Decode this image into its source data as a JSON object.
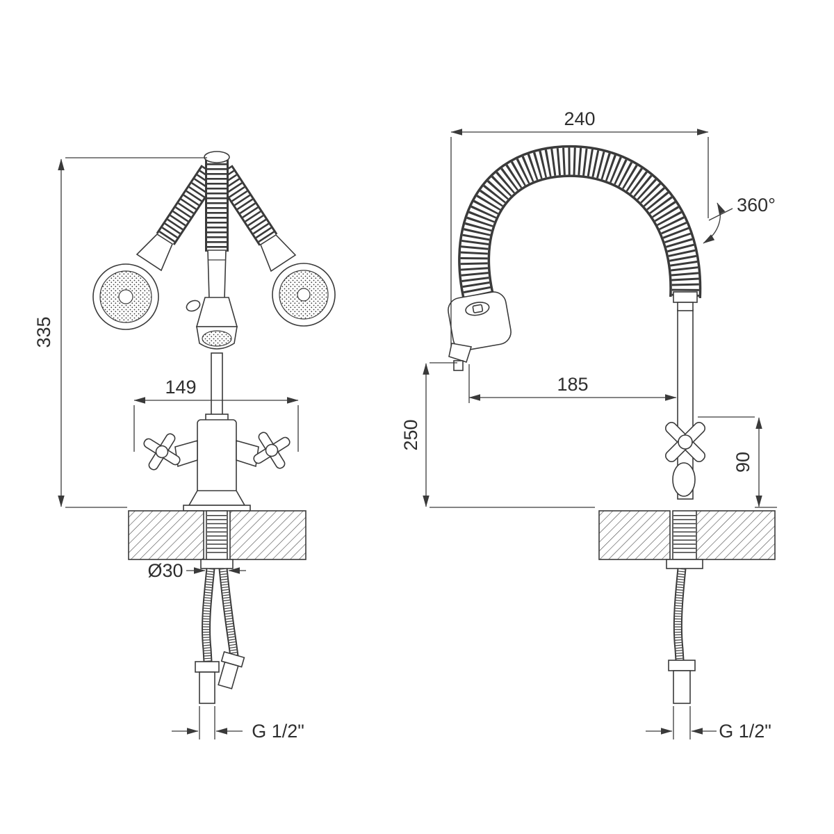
{
  "drawing": {
    "front_view": {
      "height": "335",
      "spread": "149",
      "shank_diameter": "Ø30",
      "thread": "G 1/2\""
    },
    "side_view": {
      "depth": "240",
      "rotation": "360°",
      "reach": "185",
      "spout_height": "250",
      "handle_height": "90",
      "thread": "G 1/2\""
    }
  }
}
